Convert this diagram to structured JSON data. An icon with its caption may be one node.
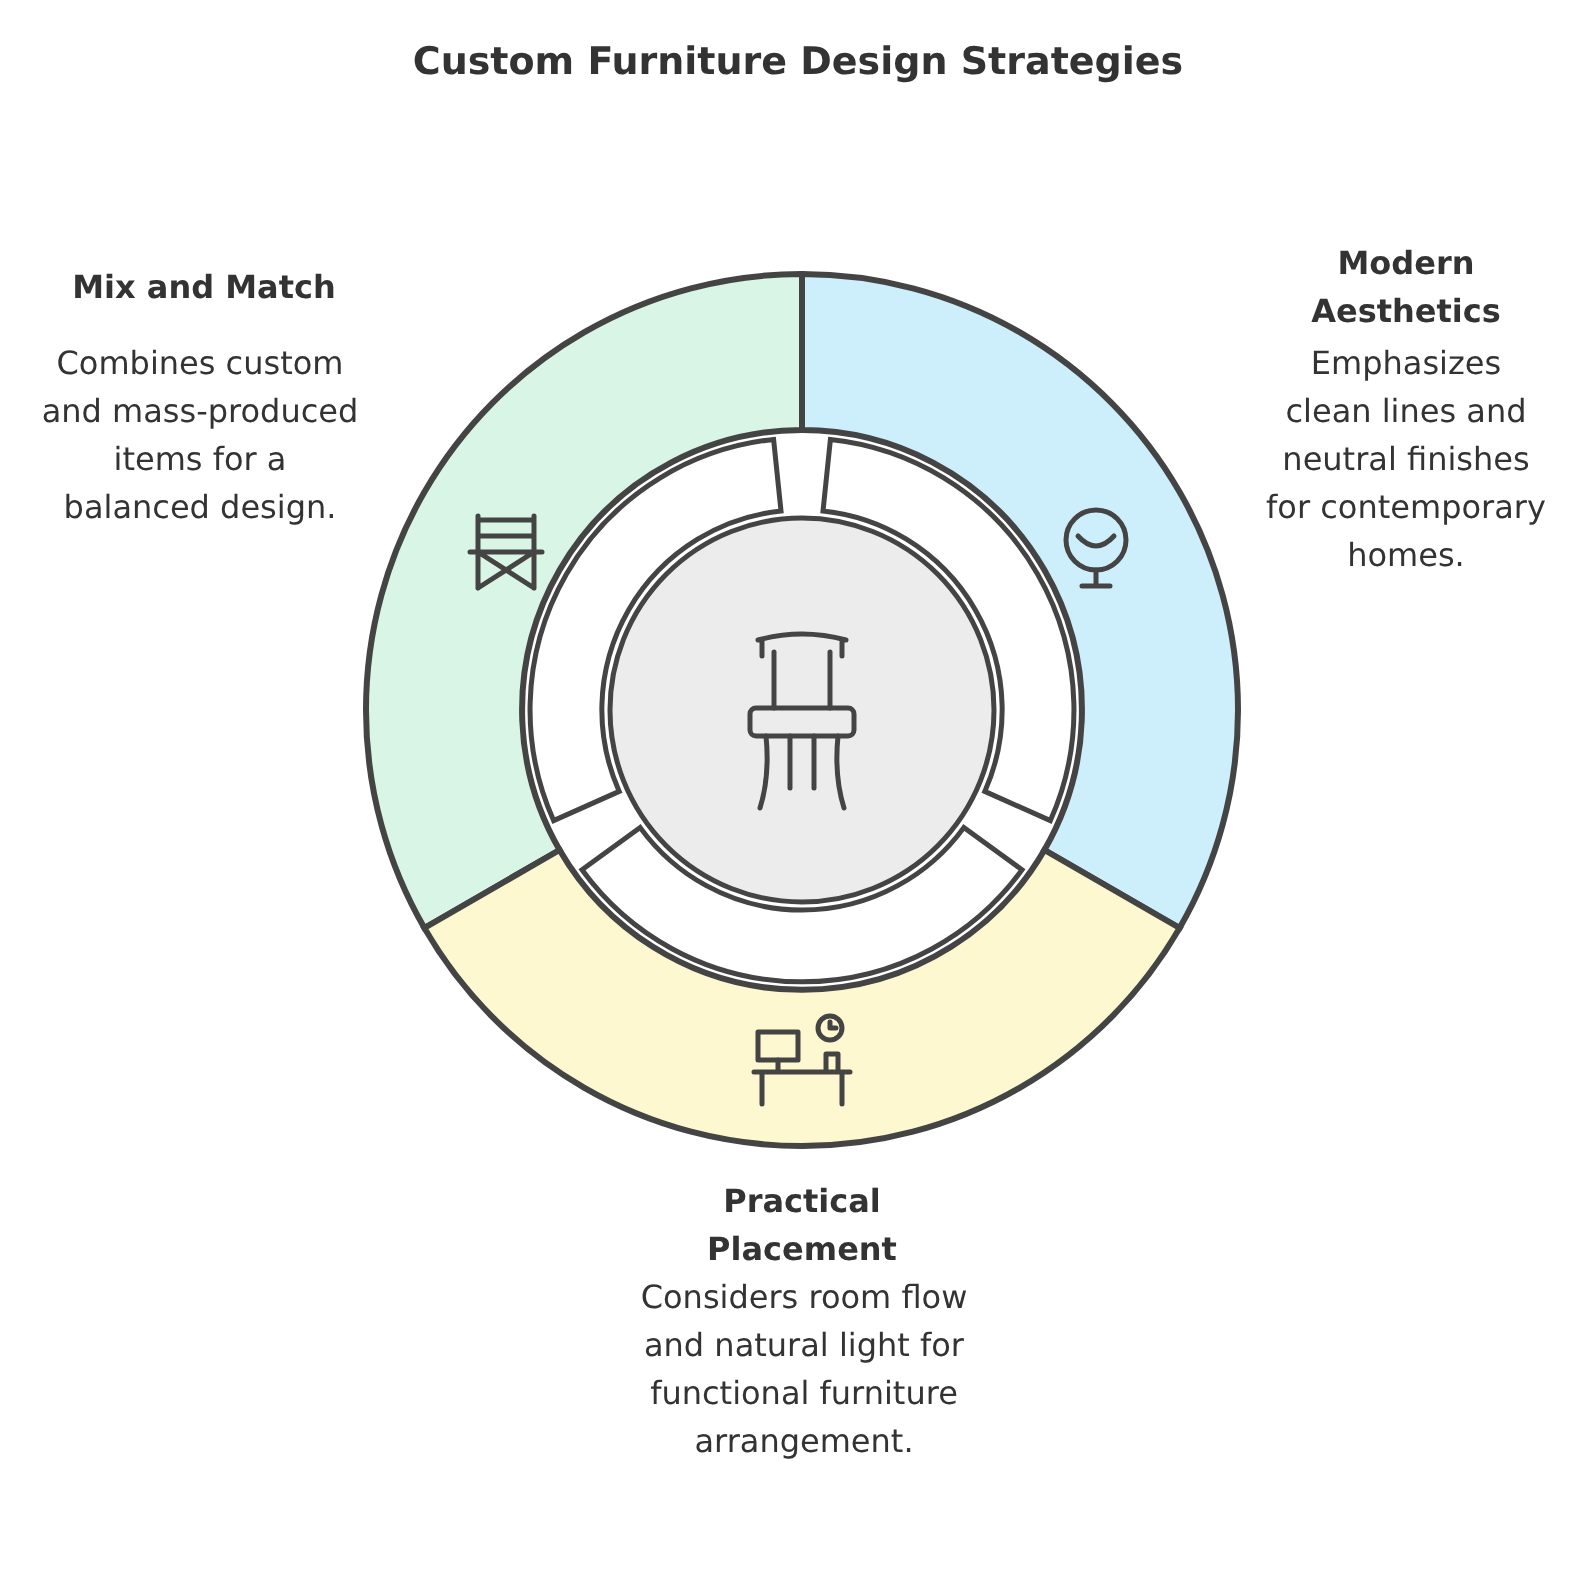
{
  "diagram": {
    "title": "Custom Furniture Design Strategies",
    "nodes": [
      {
        "text": [
          "Mix and Match",
          "Combines custom and mass-produced items for a balanced design."
        ]
      },
      {
        "text": [
          "Modern Aesthetics",
          "Emphasizes clean lines and neutral finishes for contemporary homes."
        ]
      },
      {
        "text": [
          "Practical Placement",
          "Considers room flow and natural light for functional furniture arrangement."
        ]
      },
      {
        "text": [],
        "shape": "circle"
      }
    ]
  }
}
